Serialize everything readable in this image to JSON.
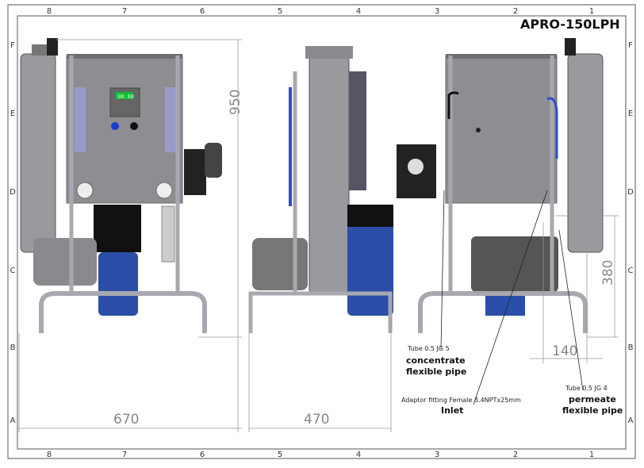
{
  "title": "APRO-150LPH",
  "columns": [
    "8",
    "7",
    "6",
    "5",
    "4",
    "3",
    "2",
    "1"
  ],
  "rows": [
    "F",
    "E",
    "D",
    "C",
    "B",
    "A"
  ],
  "dimensions": {
    "height": "950",
    "width_front": "670",
    "depth_side": "470",
    "outlet_height": "380",
    "outlet_spacing": "140"
  },
  "controller_display": "08.88",
  "callouts": {
    "concentrate": {
      "spec": "Tube 0.5 JG 5",
      "name_line1": "concentrate",
      "name_line2": "flexible pipe"
    },
    "inlet": {
      "spec": "Adaptor fitting Female 3.4NPTx25mm",
      "name": "Inlet"
    },
    "permeate": {
      "spec": "Tube 0.5 JG 4",
      "name_line1": "permeate",
      "name_line2": "flexible pipe"
    }
  },
  "colors": {
    "frame": "#a8a8b0",
    "panel": "#8e8e92",
    "filter_blue": "#2b4fa8",
    "membrane": "#9a9a9e"
  }
}
